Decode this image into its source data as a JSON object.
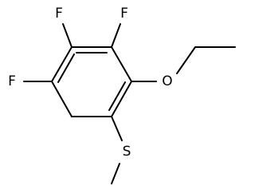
{
  "structure": {
    "atoms": {
      "f_top_left": "F",
      "f_top_right": "F",
      "f_left": "F",
      "oxygen": "O",
      "sulfur": "S"
    }
  }
}
